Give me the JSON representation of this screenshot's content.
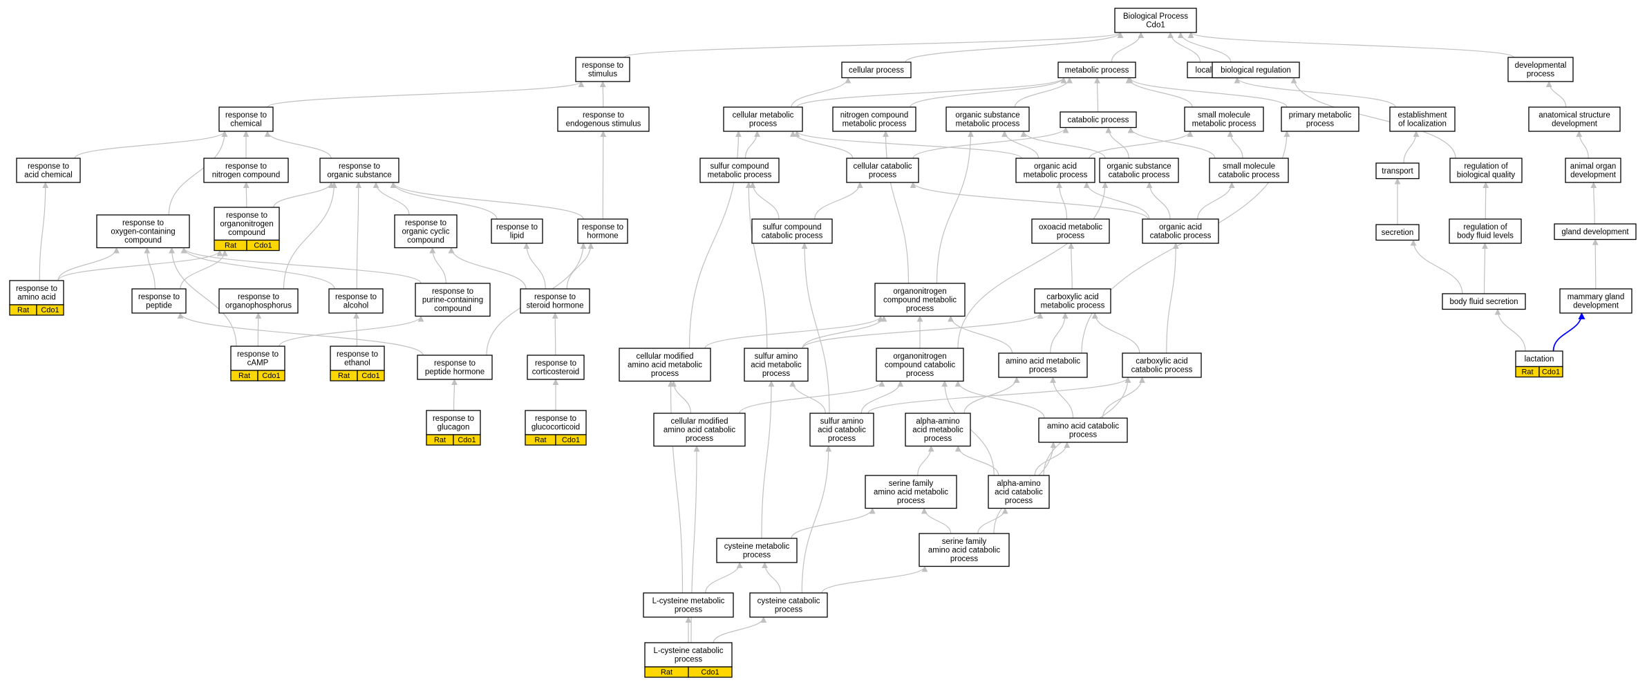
{
  "colors": {
    "node_border": "#000000",
    "node_fill": "#ffffff",
    "annotation_fill": "#ffd700",
    "edge": "#c0c0c0",
    "highlight_edge": "#0000ff"
  },
  "nodes": [
    {
      "id": "bp",
      "lines": [
        "Biological Process",
        "Cdo1"
      ]
    },
    {
      "id": "stim",
      "lines": [
        "response to",
        "stimulus"
      ]
    },
    {
      "id": "cellproc",
      "lines": [
        "cellular process"
      ]
    },
    {
      "id": "metab",
      "lines": [
        "metabolic process"
      ]
    },
    {
      "id": "local",
      "lines": [
        "localization"
      ]
    },
    {
      "id": "bioreg",
      "lines": [
        "biological regulation"
      ]
    },
    {
      "id": "devproc",
      "lines": [
        "developmental",
        "process"
      ]
    },
    {
      "id": "chem",
      "lines": [
        "response to",
        "chemical"
      ]
    },
    {
      "id": "endo",
      "lines": [
        "response to",
        "endogenous stimulus"
      ]
    },
    {
      "id": "cellmet",
      "lines": [
        "cellular metabolic",
        "process"
      ]
    },
    {
      "id": "nitmet",
      "lines": [
        "nitrogen compound",
        "metabolic process"
      ]
    },
    {
      "id": "orgsubmet",
      "lines": [
        "organic substance",
        "metabolic process"
      ]
    },
    {
      "id": "catab",
      "lines": [
        "catabolic process"
      ]
    },
    {
      "id": "smallmet",
      "lines": [
        "small molecule",
        "metabolic process"
      ]
    },
    {
      "id": "primmet",
      "lines": [
        "primary metabolic",
        "process"
      ]
    },
    {
      "id": "estloc",
      "lines": [
        "establishment",
        "of localization"
      ]
    },
    {
      "id": "anat",
      "lines": [
        "anatomical structure",
        "development"
      ]
    },
    {
      "id": "acidchem",
      "lines": [
        "response to",
        "acid chemical"
      ]
    },
    {
      "id": "nitcomp",
      "lines": [
        "response to",
        "nitrogen compound"
      ]
    },
    {
      "id": "orgsub",
      "lines": [
        "response to",
        "organic substance"
      ]
    },
    {
      "id": "sulfmet",
      "lines": [
        "sulfur compound",
        "metabolic process"
      ]
    },
    {
      "id": "cellcat",
      "lines": [
        "cellular catabolic",
        "process"
      ]
    },
    {
      "id": "orgacidmet",
      "lines": [
        "organic acid",
        "metabolic process"
      ]
    },
    {
      "id": "orgsubcat",
      "lines": [
        "organic substance",
        "catabolic process"
      ]
    },
    {
      "id": "smallcat",
      "lines": [
        "small molecule",
        "catabolic process"
      ]
    },
    {
      "id": "transport",
      "lines": [
        "transport"
      ]
    },
    {
      "id": "regbioq",
      "lines": [
        "regulation of",
        "biological quality"
      ]
    },
    {
      "id": "animorg",
      "lines": [
        "animal organ",
        "development"
      ]
    },
    {
      "id": "oxycomp",
      "lines": [
        "response to",
        "oxygen-containing",
        "compound"
      ]
    },
    {
      "id": "orgnitro",
      "lines": [
        "response to",
        "organonitrogen",
        "compound"
      ],
      "annot": [
        "Rat",
        "Cdo1"
      ]
    },
    {
      "id": "orgcyc",
      "lines": [
        "response to",
        "organic cyclic",
        "compound"
      ]
    },
    {
      "id": "lipid",
      "lines": [
        "response to",
        "lipid"
      ]
    },
    {
      "id": "hormone",
      "lines": [
        "response to",
        "hormone"
      ]
    },
    {
      "id": "sulfcat",
      "lines": [
        "sulfur compound",
        "catabolic process"
      ]
    },
    {
      "id": "oxoacid",
      "lines": [
        "oxoacid metabolic",
        "process"
      ]
    },
    {
      "id": "orgacidcat",
      "lines": [
        "organic acid",
        "catabolic process"
      ]
    },
    {
      "id": "secretion",
      "lines": [
        "secretion"
      ]
    },
    {
      "id": "regbodyfl",
      "lines": [
        "regulation of",
        "body fluid levels"
      ]
    },
    {
      "id": "gland",
      "lines": [
        "gland development"
      ]
    },
    {
      "id": "aminoacid",
      "lines": [
        "response to",
        "amino acid"
      ],
      "annot": [
        "Rat",
        "Cdo1"
      ]
    },
    {
      "id": "peptide",
      "lines": [
        "response to",
        "peptide"
      ]
    },
    {
      "id": "organophos",
      "lines": [
        "response to",
        "organophosphorus"
      ]
    },
    {
      "id": "alcohol",
      "lines": [
        "response to",
        "alcohol"
      ]
    },
    {
      "id": "purine",
      "lines": [
        "response to",
        "purine-containing",
        "compound"
      ]
    },
    {
      "id": "steroid",
      "lines": [
        "response to",
        "steroid hormone"
      ]
    },
    {
      "id": "orgnitmet",
      "lines": [
        "organonitrogen",
        "compound metabolic",
        "process"
      ]
    },
    {
      "id": "carbmet",
      "lines": [
        "carboxylic acid",
        "metabolic process"
      ]
    },
    {
      "id": "bodyfl",
      "lines": [
        "body fluid secretion"
      ]
    },
    {
      "id": "mammary",
      "lines": [
        "mammary gland",
        "development"
      ]
    },
    {
      "id": "camp",
      "lines": [
        "response to",
        "cAMP"
      ],
      "annot": [
        "Rat",
        "Cdo1"
      ]
    },
    {
      "id": "ethanol",
      "lines": [
        "response to",
        "ethanol"
      ],
      "annot": [
        "Rat",
        "Cdo1"
      ]
    },
    {
      "id": "pephorm",
      "lines": [
        "response to",
        "peptide hormone"
      ]
    },
    {
      "id": "cortico",
      "lines": [
        "response to",
        "corticosteroid"
      ]
    },
    {
      "id": "cellmodmet",
      "lines": [
        "cellular modified",
        "amino acid metabolic",
        "process"
      ]
    },
    {
      "id": "sulfaamet",
      "lines": [
        "sulfur amino",
        "acid metabolic",
        "process"
      ]
    },
    {
      "id": "orgnitcat",
      "lines": [
        "organonitrogen",
        "compound catabolic",
        "process"
      ]
    },
    {
      "id": "aamet",
      "lines": [
        "amino acid metabolic",
        "process"
      ]
    },
    {
      "id": "carbcat",
      "lines": [
        "carboxylic acid",
        "catabolic process"
      ]
    },
    {
      "id": "lactation",
      "lines": [
        "lactation"
      ],
      "annot": [
        "Rat",
        "Cdo1"
      ]
    },
    {
      "id": "glucagon",
      "lines": [
        "response to",
        "glucagon"
      ],
      "annot": [
        "Rat",
        "Cdo1"
      ]
    },
    {
      "id": "glucocort",
      "lines": [
        "response to",
        "glucocorticoid"
      ],
      "annot": [
        "Rat",
        "Cdo1"
      ]
    },
    {
      "id": "cellmodcat",
      "lines": [
        "cellular modified",
        "amino acid catabolic",
        "process"
      ]
    },
    {
      "id": "sulfaacat",
      "lines": [
        "sulfur amino",
        "acid catabolic",
        "process"
      ]
    },
    {
      "id": "alphamet",
      "lines": [
        "alpha-amino",
        "acid metabolic",
        "process"
      ]
    },
    {
      "id": "aacat",
      "lines": [
        "amino acid catabolic",
        "process"
      ]
    },
    {
      "id": "serinemet",
      "lines": [
        "serine family",
        "amino acid metabolic",
        "process"
      ]
    },
    {
      "id": "alphacat",
      "lines": [
        "alpha-amino",
        "acid catabolic",
        "process"
      ]
    },
    {
      "id": "cysmet",
      "lines": [
        "cysteine metabolic",
        "process"
      ]
    },
    {
      "id": "serinecat",
      "lines": [
        "serine family",
        "amino acid catabolic",
        "process"
      ]
    },
    {
      "id": "lcysmet",
      "lines": [
        "L-cysteine metabolic",
        "process"
      ]
    },
    {
      "id": "cyscat",
      "lines": [
        "cysteine catabolic",
        "process"
      ]
    },
    {
      "id": "lcyscat",
      "lines": [
        "L-cysteine catabolic",
        "process"
      ],
      "annot": [
        "Rat",
        "Cdo1"
      ]
    }
  ]
}
